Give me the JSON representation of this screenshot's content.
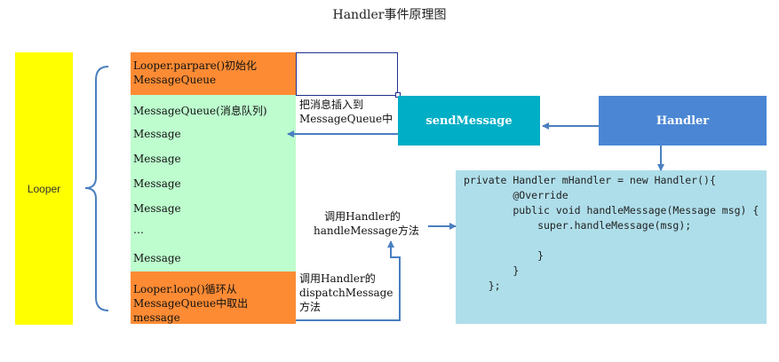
{
  "title": "Handler事件原理图",
  "looper_label": "Looper",
  "prepare_box": {
    "line1": "Looper.parpare()初始化",
    "line2": "MessageQueue"
  },
  "queue": {
    "header": "MessageQueue(消息队列)",
    "items": [
      "Message",
      "Message",
      "Message",
      "Message",
      "…",
      "Message"
    ]
  },
  "loop_box": {
    "line1": "Looper.loop()循环从",
    "line2": "MessageQueue中取出message"
  },
  "insert_label": {
    "line1": "把消息插入到",
    "line2": "MessageQueue中"
  },
  "send_message": "sendMessage",
  "handler": "Handler",
  "handle_label": {
    "line1": "调用Handler的",
    "line2": "handleMessage方法"
  },
  "dispatch_label": {
    "line1": "调用Handler的",
    "line2": "dispatchMessage",
    "line3": "方法"
  },
  "code": [
    "private Handler mHandler = new Handler(){",
    "        @Override",
    "        public void handleMessage(Message msg) {",
    "            super.handleMessage(msg);",
    "",
    "            }",
    "        }",
    "    };"
  ],
  "colors": {
    "looper": "#ffff00",
    "orange": "#fd8b34",
    "queue": "#bdfdce",
    "send": "#00aec6",
    "handler": "#4a86d4",
    "code": "#aedeea",
    "arrow": "#4a7fc0"
  }
}
